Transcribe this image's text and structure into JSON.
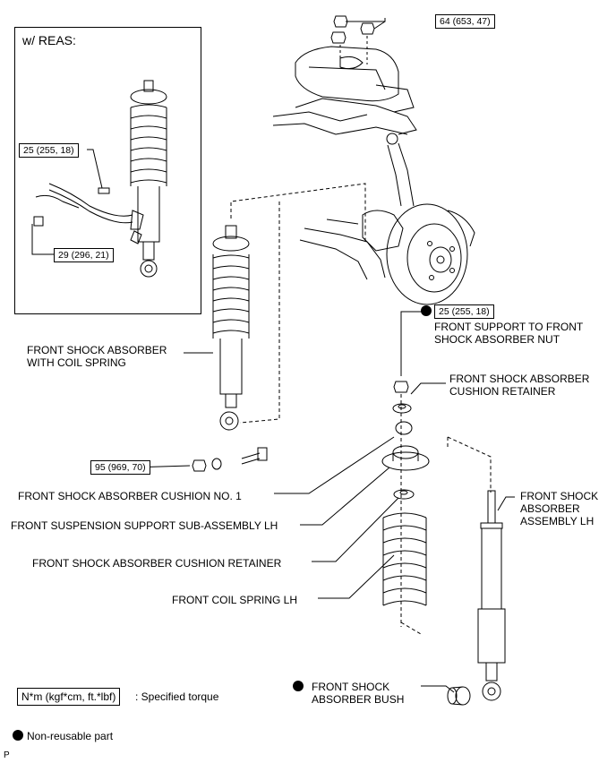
{
  "inset": {
    "title": "w/ REAS:",
    "torque_upper": "25 (255, 18)",
    "torque_lower": "29 (296, 21)"
  },
  "torques": {
    "top_nut": "64 (653, 47)",
    "support_nut": "25 (255, 18)",
    "lower_bolt": "95 (969, 70)"
  },
  "labels": {
    "shock_with_spring": "FRONT SHOCK ABSORBER\nWITH COIL SPRING",
    "support_nut": "FRONT SUPPORT TO FRONT\nSHOCK ABSORBER NUT",
    "cushion_retainer_upper": "FRONT SHOCK ABSORBER\nCUSHION RETAINER",
    "cushion_no1": "FRONT SHOCK ABSORBER CUSHION NO. 1",
    "support_subassy": "FRONT SUSPENSION SUPPORT SUB-ASSEMBLY LH",
    "cushion_retainer_lower": "FRONT SHOCK ABSORBER CUSHION RETAINER",
    "coil_spring": "FRONT COIL SPRING LH",
    "shock_assy": "FRONT SHOCK\nABSORBER\nASSEMBLY LH",
    "bush": "FRONT SHOCK\nABSORBER BUSH"
  },
  "legend": {
    "unit_box": "N*m (kgf*cm, ft.*lbf)",
    "unit_caption": ": Specified torque",
    "nonreusable": "Non-reusable part"
  },
  "page_code": "P",
  "colors": {
    "line": "#000000",
    "background": "#ffffff"
  }
}
